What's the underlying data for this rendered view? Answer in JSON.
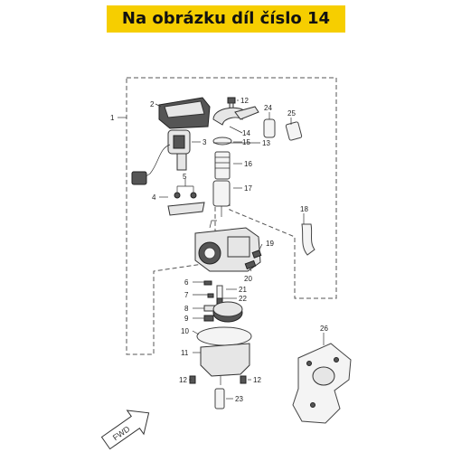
{
  "banner": {
    "text": "Na obrázku díl číslo 14",
    "color": "#f6ce00"
  },
  "callouts": {
    "c1": "1",
    "c2": "2",
    "c3": "3",
    "c4": "4",
    "c5": "5",
    "c6": "6",
    "c7": "7",
    "c8": "8",
    "c9": "9",
    "c10": "10",
    "c11": "11",
    "c12a": "12",
    "c12b": "12",
    "c12c": "12",
    "c13": "13",
    "c14": "14",
    "c15": "15",
    "c16": "16",
    "c17": "17",
    "c18": "18",
    "c19": "19",
    "c20": "20",
    "c21": "21",
    "c22": "22",
    "c23": "23",
    "c24": "24",
    "c25": "25",
    "c26": "26"
  },
  "fwd_label": "FWD",
  "icons": {
    "fwd": "fwd-arrow-icon"
  }
}
